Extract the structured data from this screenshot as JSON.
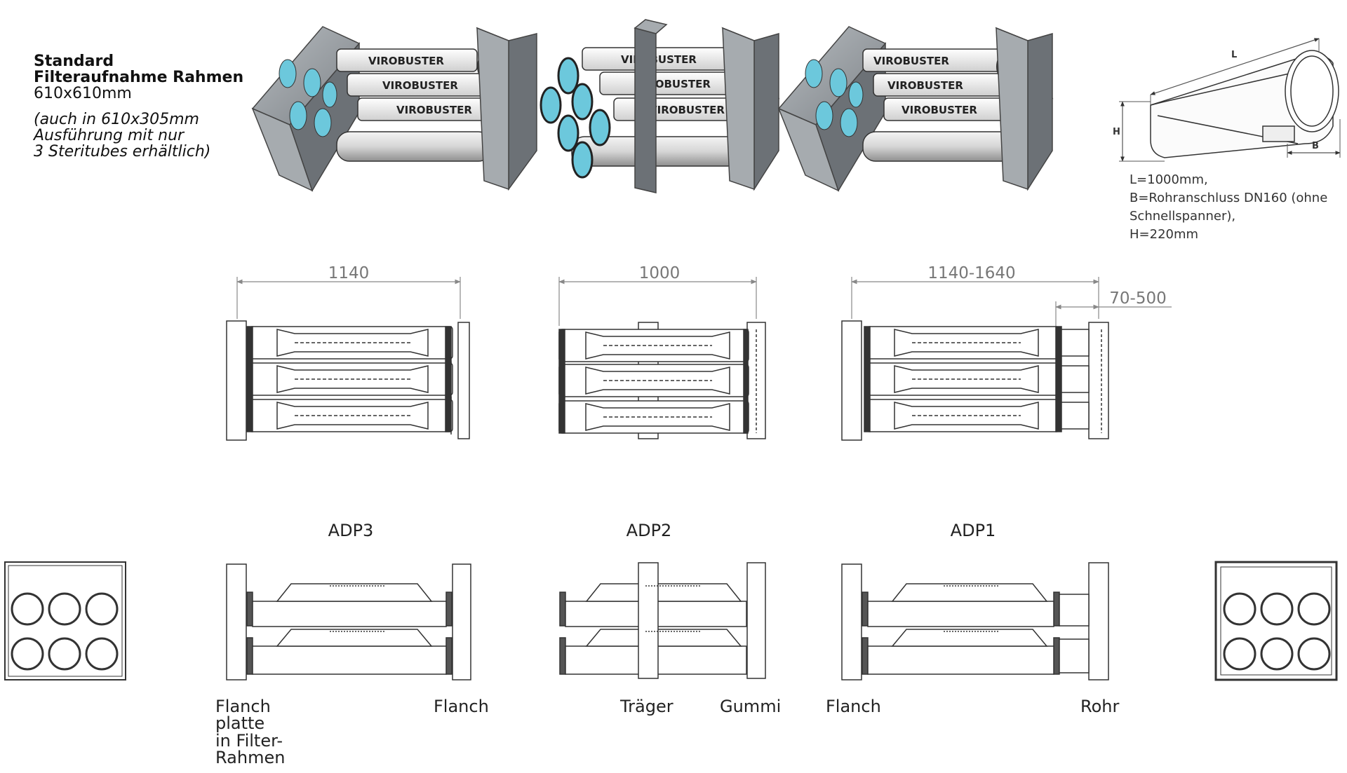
{
  "title": {
    "line1": "Standard",
    "line2": "Filteraufnahme Rahmen",
    "line3": "610x610mm",
    "note1": "(auch in 610x305mm",
    "note2": "Ausführung mit nur",
    "note3": "3 Steritubes erhältlich)"
  },
  "unit_brand": "VIROBUSTER",
  "side_view": {
    "label_l": "L",
    "label_h": "H",
    "label_b": "B"
  },
  "spec": {
    "line1": "L=1000mm,",
    "line2": "B=Rohranschluss DN160 (ohne",
    "line3": "Schnellspanner),",
    "line4": "H=220mm"
  },
  "dimensions": {
    "adp3": "1140",
    "adp2": "1000",
    "adp1": "1140-1640",
    "adp1_extra": "70-500"
  },
  "adapters": {
    "adp3": "ADP3",
    "adp2": "ADP2",
    "adp1": "ADP1"
  },
  "bottom_labels": {
    "flanch_platte_1": "Flanch",
    "flanch_platte_2": "platte",
    "flanch_platte_3": "in Filter-",
    "flanch_platte_4": "Rahmen",
    "flanch_adp3": "Flanch",
    "traeger": "Träger",
    "gummi": "Gummi",
    "flanch_adp1": "Flanch",
    "rohr": "Rohr"
  },
  "colors": {
    "tube_opening": "#6cc8dc",
    "frame_gray": "#8a8f94",
    "line": "#333333"
  }
}
